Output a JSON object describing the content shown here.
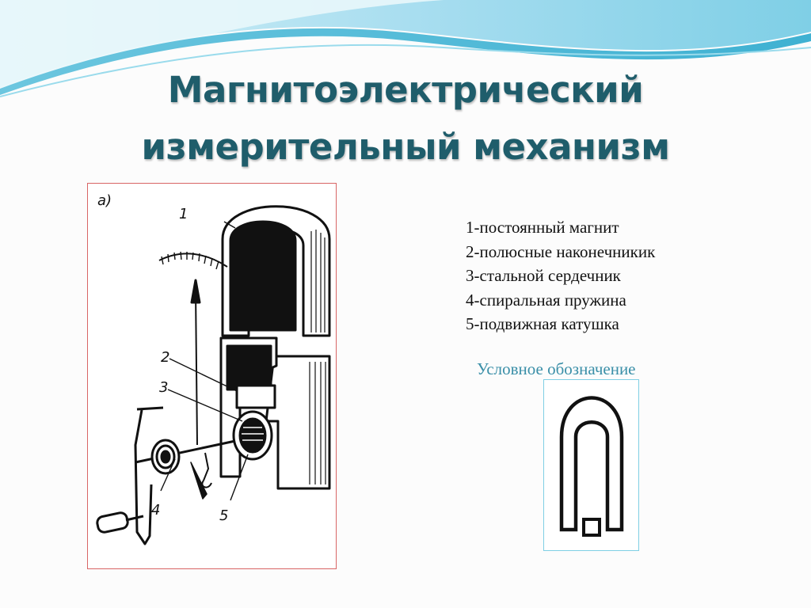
{
  "slide": {
    "title_line1": "Магнитоэлектрический",
    "title_line2": "измерительный механизм",
    "figure_tag": "а)",
    "callouts": [
      "1",
      "2",
      "3",
      "4",
      "5"
    ],
    "legend": [
      "1-постоянный магнит",
      "2-полюсные наконечникик",
      "3-стальной сердечник",
      "4-спиральная пружина",
      "5-подвижная катушка"
    ],
    "symbol_caption": "Условное обозначение"
  },
  "colors": {
    "title": "#1f5d6b",
    "caption": "#3a8fa8",
    "figure_border": "#d86565",
    "symbol_border": "#7fcfe4",
    "wave_light": "#bfe8f2",
    "wave_dark": "#4fb9d6"
  }
}
